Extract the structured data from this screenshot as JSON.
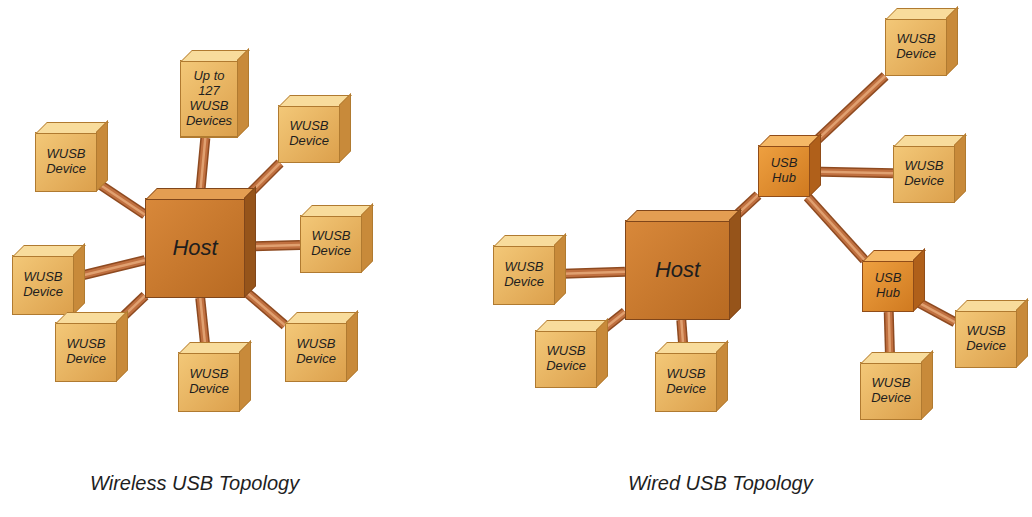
{
  "diagram": {
    "nodes": [
      {
        "text": [
          "Up to 127 WUSB Devices"
        ]
      },
      {
        "text": [
          "WUSB Device"
        ]
      },
      {
        "text": [
          "WUSB Device"
        ]
      },
      {
        "text": [
          "Host"
        ]
      },
      {
        "text": [
          "WUSB Device"
        ]
      },
      {
        "text": [
          "WUSB Device"
        ]
      },
      {
        "text": [
          "WUSB Device"
        ]
      },
      {
        "text": [
          "WUSB Device"
        ]
      },
      {
        "text": [
          "WUSB Device"
        ]
      },
      {
        "text": [
          "WUSB Device"
        ]
      },
      {
        "text": [
          "USB Hub"
        ]
      },
      {
        "text": [
          "WUSB Device"
        ]
      },
      {
        "text": [
          "Host"
        ]
      },
      {
        "text": [
          "WUSB Device"
        ]
      },
      {
        "text": [
          "USB Hub"
        ]
      },
      {
        "text": [
          "WUSB Device"
        ]
      },
      {
        "text": [
          "WUSB Device"
        ]
      },
      {
        "text": [
          "WUSB Device"
        ]
      },
      {
        "text": [
          "WUSB Device"
        ]
      }
    ],
    "edges": [
      {
        "from": 3,
        "to": 0,
        "arrow": "none"
      },
      {
        "from": 3,
        "to": 1,
        "arrow": "none"
      },
      {
        "from": 3,
        "to": 2,
        "arrow": "none"
      },
      {
        "from": 3,
        "to": 4,
        "arrow": "none"
      },
      {
        "from": 3,
        "to": 5,
        "arrow": "none"
      },
      {
        "from": 3,
        "to": 6,
        "arrow": "none"
      },
      {
        "from": 3,
        "to": 7,
        "arrow": "none"
      },
      {
        "from": 3,
        "to": 8,
        "arrow": "none"
      },
      {
        "from": 12,
        "to": 13,
        "arrow": "none"
      },
      {
        "from": 12,
        "to": 16,
        "arrow": "none"
      },
      {
        "from": 12,
        "to": 17,
        "arrow": "none"
      },
      {
        "from": 12,
        "to": 10,
        "arrow": "none"
      },
      {
        "from": 10,
        "to": 9,
        "arrow": "none"
      },
      {
        "from": 10,
        "to": 11,
        "arrow": "none"
      },
      {
        "from": 10,
        "to": 14,
        "arrow": "none"
      },
      {
        "from": 14,
        "to": 15,
        "arrow": "none"
      },
      {
        "from": 14,
        "to": 18,
        "arrow": "none"
      }
    ],
    "labels": [
      "Wireless USB Topology",
      "Wired USB Topology"
    ]
  }
}
